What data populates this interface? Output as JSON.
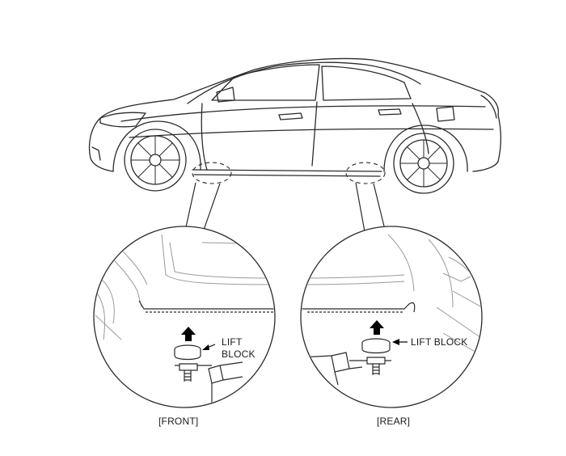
{
  "labels": {
    "front_lift_block_line1": "LIFT",
    "front_lift_block_line2": "BLOCK",
    "rear_lift_block": "LIFT BLOCK",
    "front_caption": "[FRONT]",
    "rear_caption": "[REAR]"
  },
  "colors": {
    "line": "#2a2a2a",
    "light_line": "#9a9a9a",
    "arrow": "#000000"
  }
}
